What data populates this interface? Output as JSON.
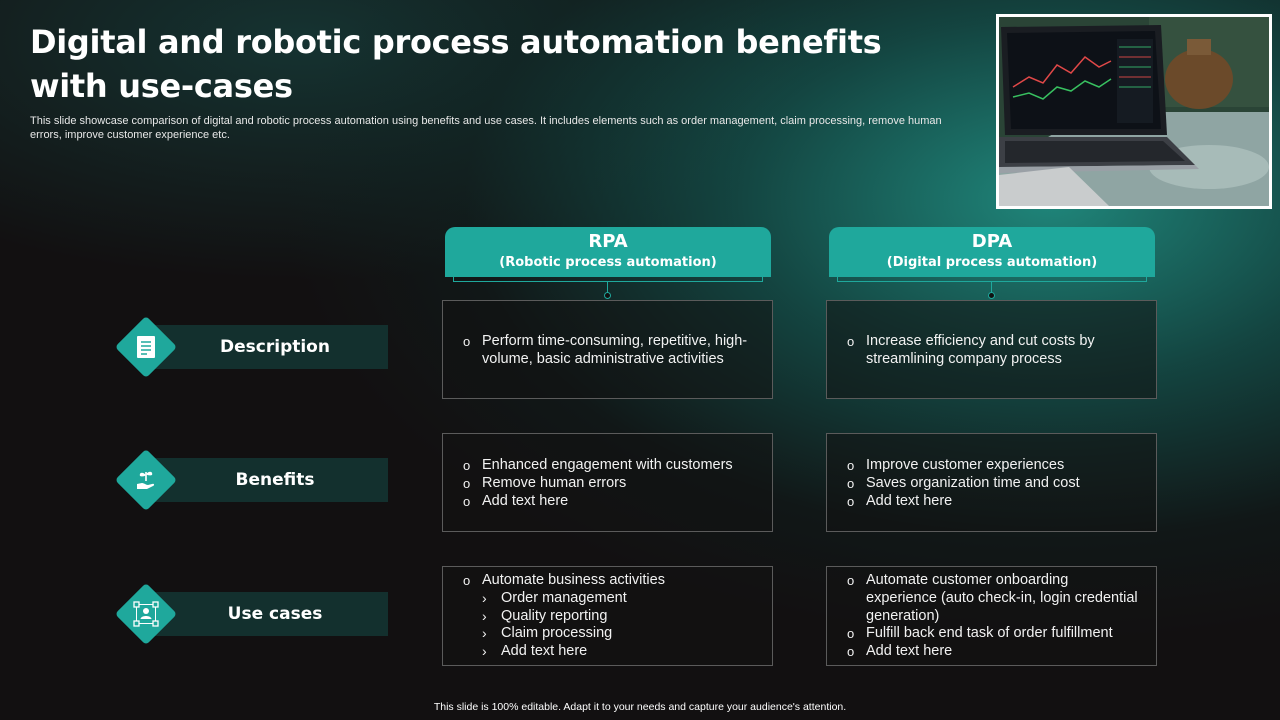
{
  "slide": {
    "title": "Digital and robotic process automation benefits with use-cases",
    "subtitle": "This slide showcase comparison of digital and robotic process automation using benefits and use cases. It includes elements such as order management, claim processing, remove human errors, improve customer experience etc.",
    "footer": "This slide is 100% editable.  Adapt it to your needs and capture your audience's attention."
  },
  "columns": [
    {
      "abbr": "RPA",
      "full": "(Robotic process automation)"
    },
    {
      "abbr": "DPA",
      "full": "(Digital process automation)"
    }
  ],
  "rows": [
    {
      "label": "Description",
      "icon": "document-icon"
    },
    {
      "label": "Benefits",
      "icon": "hand-plant-icon"
    },
    {
      "label": "Use cases",
      "icon": "network-user-icon"
    }
  ],
  "cells": {
    "rpa_description": [
      "Perform time-consuming, repetitive, high-volume, basic administrative activities"
    ],
    "dpa_description": [
      "Increase efficiency and cut costs by streamlining company process"
    ],
    "rpa_benefits": [
      "Enhanced engagement with customers",
      "Remove human errors",
      "Add text here"
    ],
    "dpa_benefits": [
      "Improve customer experiences",
      "Saves organization time and cost",
      "Add text here"
    ],
    "rpa_usecases": {
      "main": "Automate business activities",
      "sub": [
        "Order management",
        "Quality reporting",
        "Claim processing",
        "Add text here"
      ]
    },
    "dpa_usecases": [
      "Automate customer onboarding experience (auto check-in, login credential generation)",
      "Fulfill back end task of order fulfillment",
      "Add text here"
    ]
  },
  "colors": {
    "accent": "#1fa89c",
    "label_bg": "#13302e",
    "background": "#121011"
  }
}
